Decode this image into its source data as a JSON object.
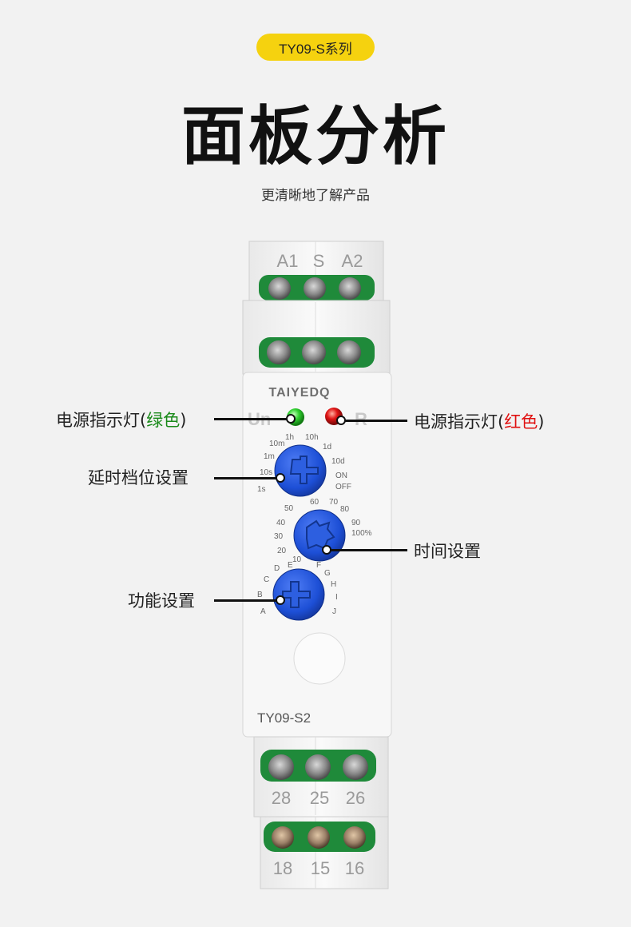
{
  "header": {
    "badge": "TY09-S系列",
    "title": "面板分析",
    "subtitle": "更清晰地了解产品"
  },
  "device": {
    "brand": "TAIYEDQ",
    "model": "TY09-S2",
    "top_terminals": [
      "A1",
      "S",
      "A2"
    ],
    "bottom_terminals_row1": [
      "28",
      "25",
      "26"
    ],
    "bottom_terminals_row2": [
      "18",
      "15",
      "16"
    ],
    "led_left_label": "Un",
    "led_right_label": "R",
    "range_dial_labels": [
      "10m",
      "1h",
      "10h",
      "1d",
      "1m",
      "10d",
      "10s",
      "ON",
      "1s",
      "OFF"
    ],
    "time_dial_labels": [
      "50",
      "60",
      "70",
      "80",
      "40",
      "90",
      "30",
      "100%",
      "20",
      "10"
    ],
    "function_dial_labels": [
      "E",
      "F",
      "D",
      "G",
      "C",
      "H",
      "B",
      "I",
      "A",
      "J"
    ],
    "colors": {
      "led_green": "#2fd12f",
      "led_red": "#e01515",
      "dial_blue": "#1d4fd6",
      "terminal_green": "#1f8a3a"
    }
  },
  "callouts": {
    "power_green": {
      "prefix": "电源指示灯(",
      "color_word": "绿色",
      "suffix": ")"
    },
    "power_red": {
      "prefix": "电源指示灯(",
      "color_word": "红色",
      "suffix": ")"
    },
    "range": "延时档位设置",
    "time": "时间设置",
    "function": "功能设置"
  }
}
